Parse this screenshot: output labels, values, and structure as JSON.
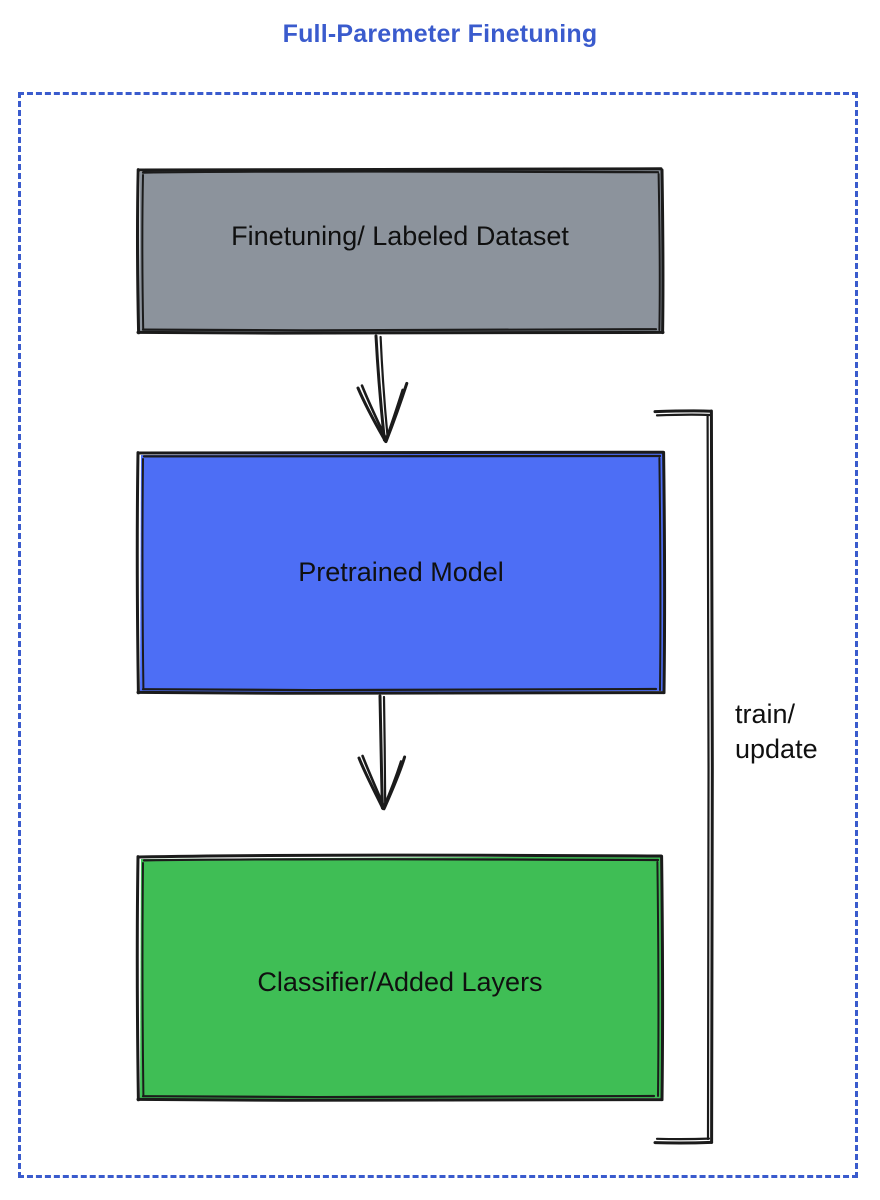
{
  "diagram": {
    "title": "Full-Paremeter Finetuning",
    "title_color": "#3a5bcd",
    "frame": {
      "style": "dashed",
      "color": "#3a5bcd"
    },
    "nodes": [
      {
        "id": "dataset",
        "label": "Finetuning/ Labeled Dataset",
        "fill": "#8c939c",
        "stroke": "#1b1b1b",
        "text_color": "#101010",
        "shape": "rectangle"
      },
      {
        "id": "pretrained",
        "label": "Pretrained Model",
        "fill": "#4d6ef5",
        "stroke": "#1b1b1b",
        "text_color": "#101010",
        "shape": "rectangle"
      },
      {
        "id": "classifier",
        "label": "Classifier/Added Layers",
        "fill": "#3fbe55",
        "stroke": "#1b1b1b",
        "text_color": "#101010",
        "shape": "rectangle"
      }
    ],
    "edges": [
      {
        "id": "dataset-to-pretrained",
        "from": "dataset",
        "to": "pretrained",
        "label": "",
        "arrowhead": "end",
        "style": "solid"
      },
      {
        "id": "pretrained-to-classifier",
        "from": "pretrained",
        "to": "classifier",
        "label": "",
        "arrowhead": "end",
        "style": "solid"
      },
      {
        "id": "feedback-loop",
        "from": "classifier",
        "to": "pretrained",
        "label": "train/\nupdate",
        "arrowhead": "none",
        "style": "solid"
      }
    ]
  }
}
